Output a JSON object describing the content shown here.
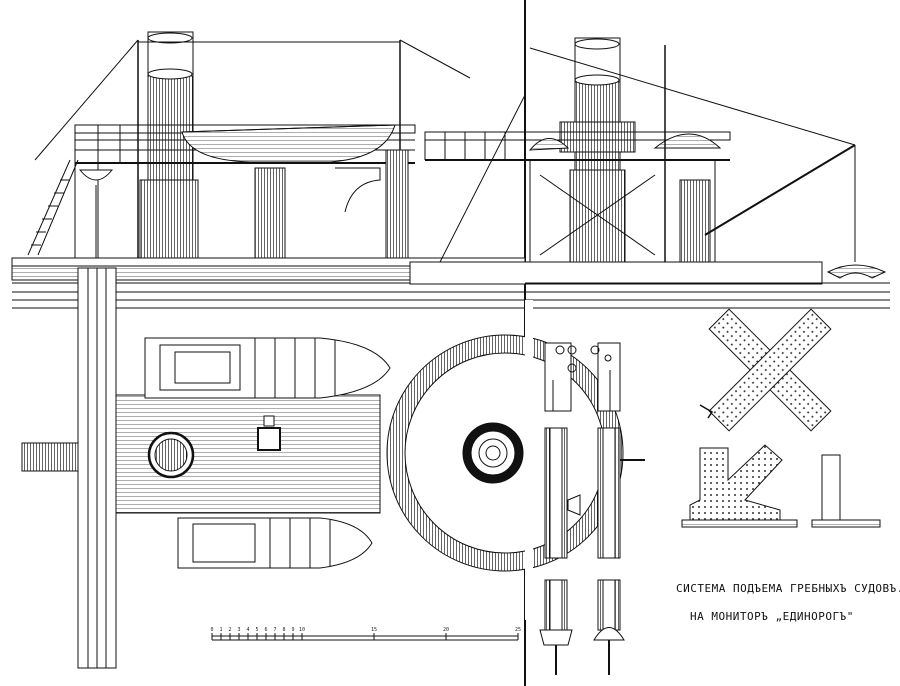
{
  "caption": {
    "line1": "СИСТЕМА ПОДЪЕМА ГРЕБНЫХЪ СУДОВЪ.",
    "line2": "НА МОНИТОРЪ „ЕДИНОРОГЪ\""
  },
  "scale": {
    "ticks": [
      "0",
      "1",
      "2",
      "3",
      "4",
      "5",
      "6",
      "7",
      "8",
      "9",
      "10",
      "15",
      "20",
      "25"
    ]
  }
}
